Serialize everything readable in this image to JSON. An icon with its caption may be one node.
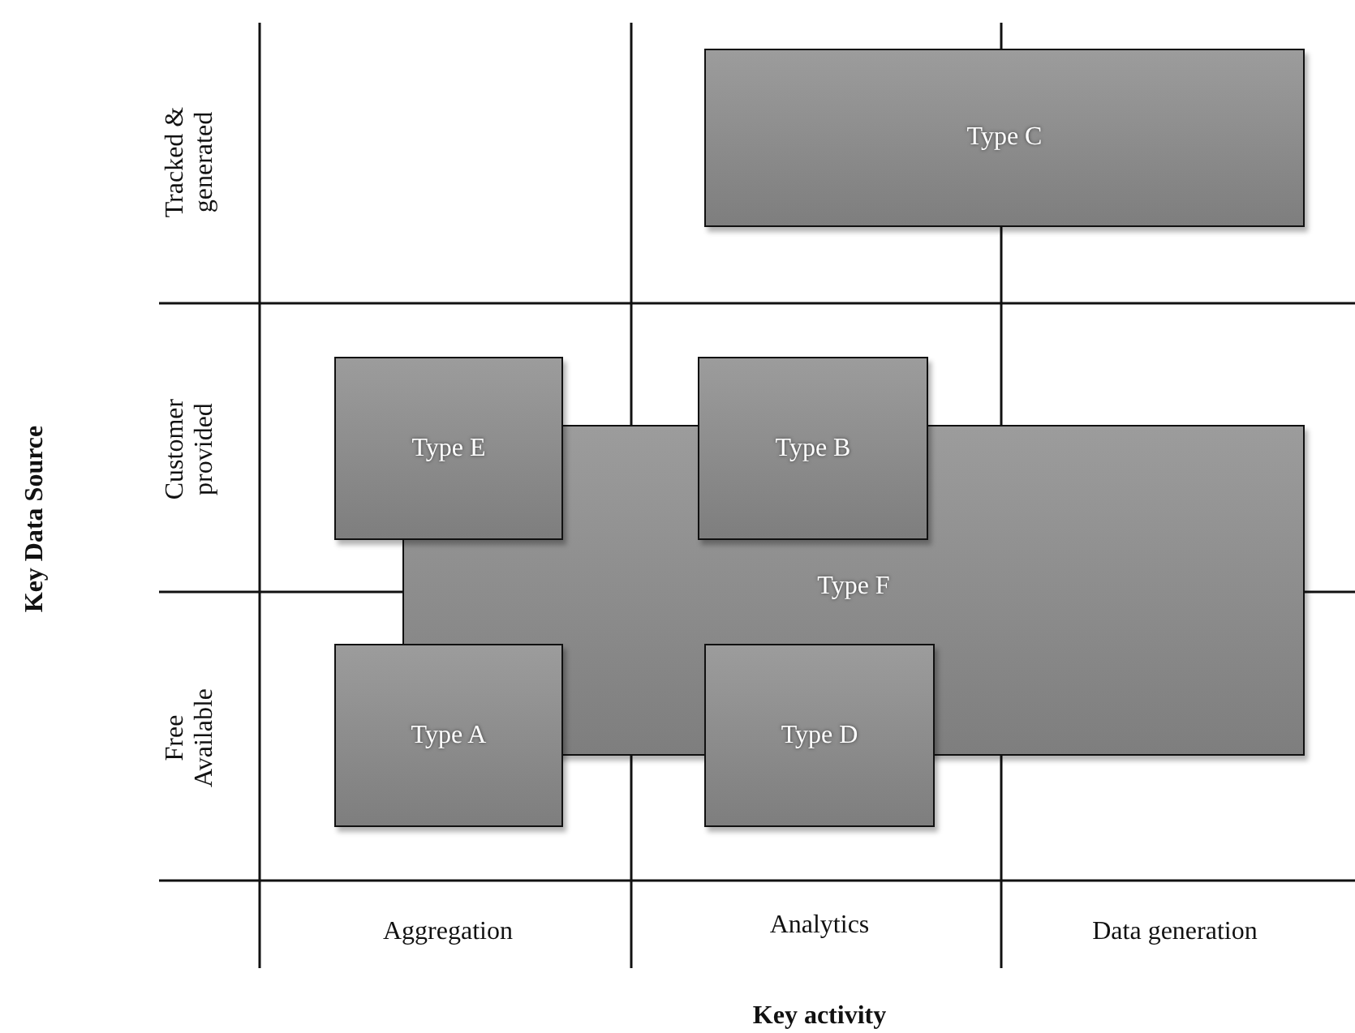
{
  "diagram": {
    "nodes": [
      {
        "text": [
          "Type C"
        ]
      },
      {
        "text": [
          "Type E"
        ]
      },
      {
        "text": [
          "Type B"
        ]
      },
      {
        "text": [
          "Type F"
        ]
      },
      {
        "text": [
          "Type A"
        ]
      },
      {
        "text": [
          "Type D"
        ]
      }
    ],
    "labels": [
      "Tracked & generated",
      "Customer provided",
      "Key Data Source",
      "Free Available",
      "Aggregation",
      "Analytics",
      "Data generation",
      "Key activity"
    ]
  }
}
